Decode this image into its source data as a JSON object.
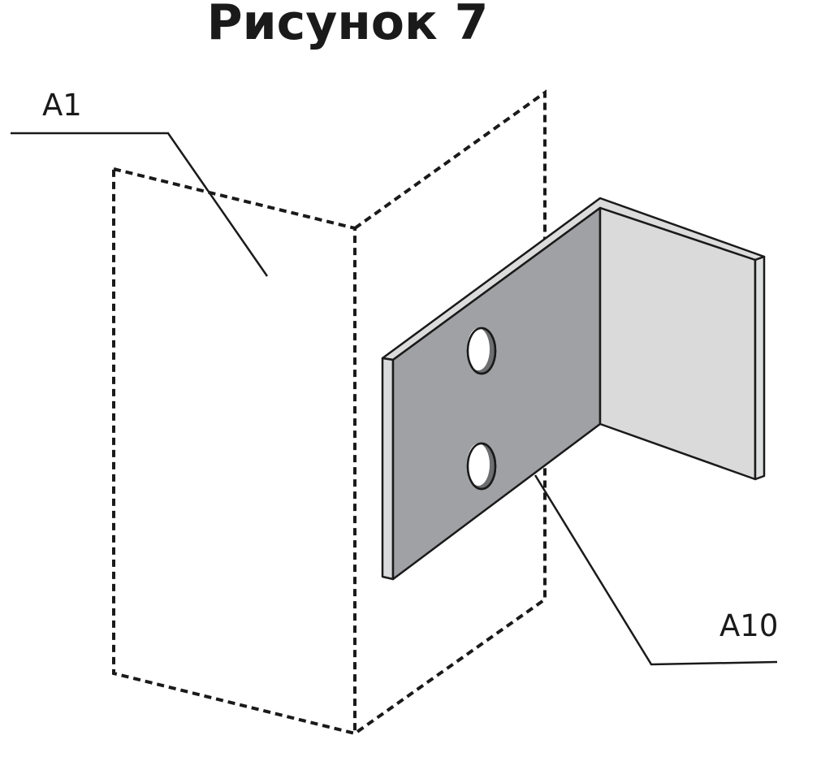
{
  "title": "Рисунок 7",
  "callouts": {
    "a1": "A1",
    "a10": "A10"
  },
  "colors": {
    "ink": "#1a1a1a",
    "bracket_front": "#a0a1a4",
    "bracket_side": "#dadadb",
    "bracket_edge": "#dcdcdd",
    "hole_shadow": "#6d6e70"
  }
}
